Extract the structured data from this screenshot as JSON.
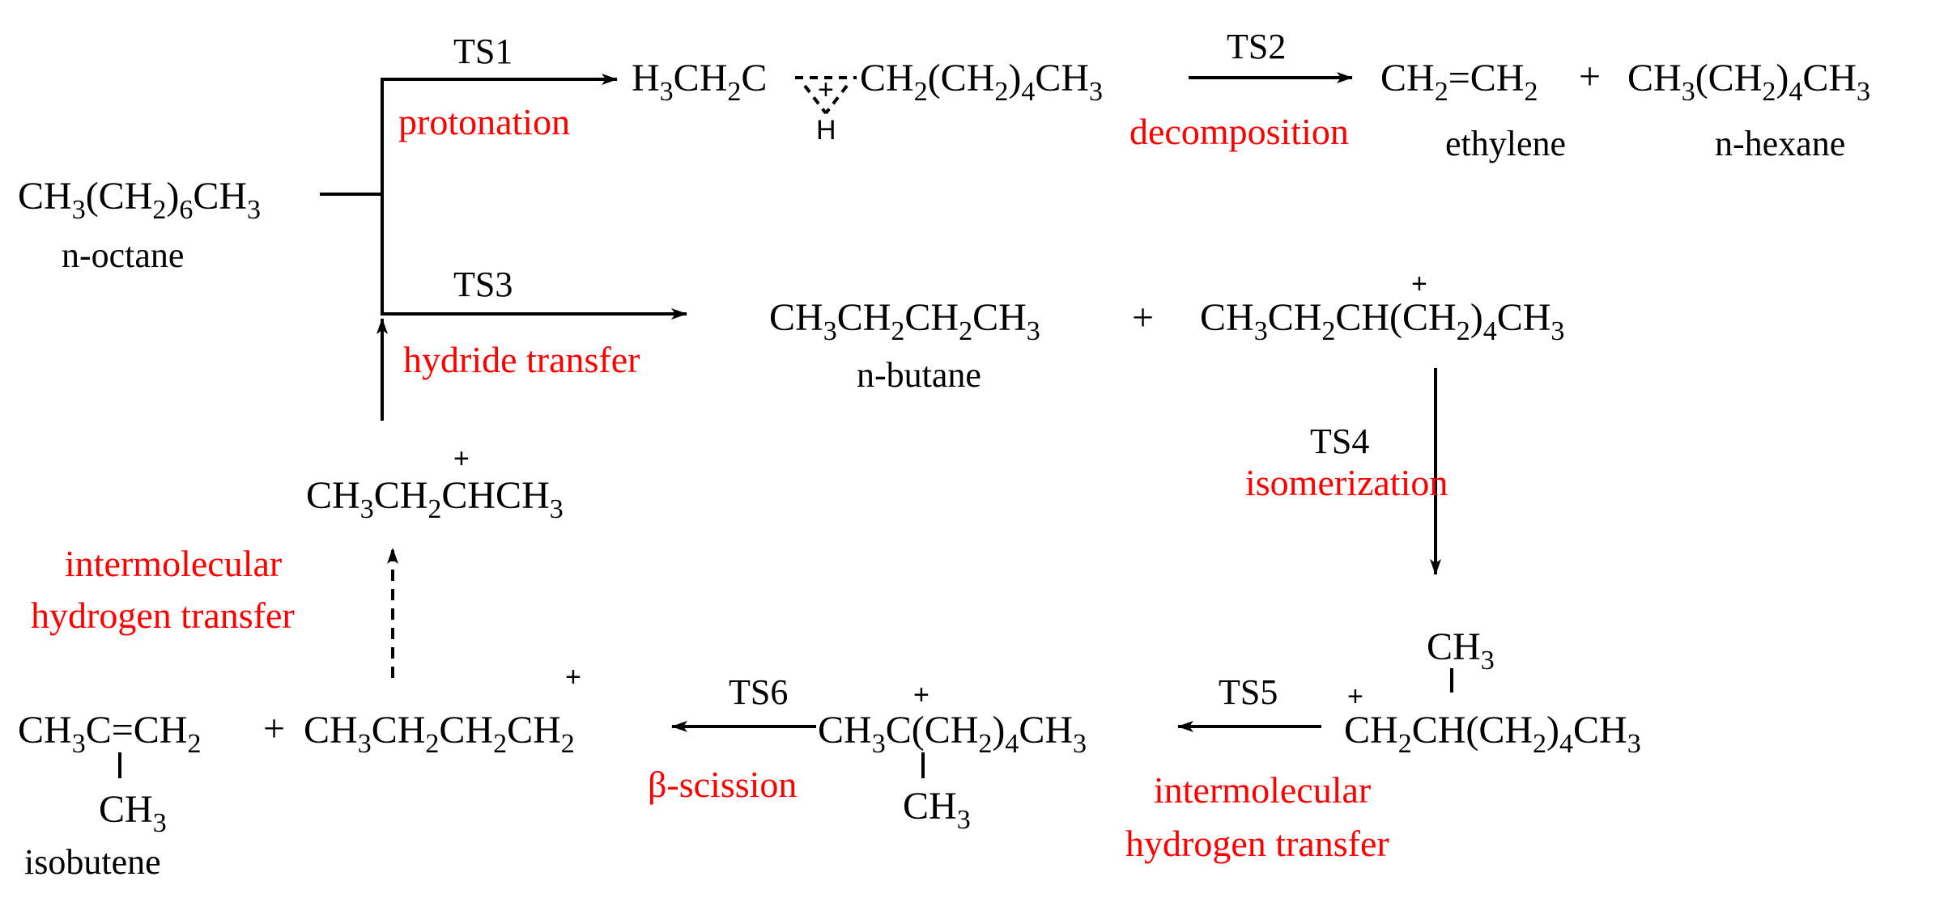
{
  "colors": {
    "text": "#000000",
    "step_label": "#ff0000",
    "background": "#ffffff"
  },
  "transition_states": {
    "ts1": "TS1",
    "ts2": "TS2",
    "ts3": "TS3",
    "ts4": "TS4",
    "ts5": "TS5",
    "ts6": "TS6"
  },
  "steps": {
    "protonation": "protonation",
    "decomposition": "decomposition",
    "hydride_transfer": "hydride transfer",
    "isomerization": "isomerization",
    "ihydro_bottom_1": "intermolecular",
    "ihydro_bottom_2": "hydrogen transfer",
    "ihydro_left_1": "intermolecular",
    "ihydro_left_2": "hydrogen transfer",
    "beta_scission": "β-scission"
  },
  "names": {
    "octane": "n-octane",
    "ethylene": "ethylene",
    "hexane": "n-hexane",
    "butane": "n-butane",
    "isobutene": "isobutene"
  },
  "formulas": {
    "octane": "CH3(CH2)6CH3",
    "carbonium_left": "H3CH2C",
    "carbonium_right": "CH2(CH2)4CH3",
    "carbonium_h": "H",
    "ethylene": "CH2=CH2",
    "hexane": "CH3(CH2)4CH3",
    "butane": "CH3CH2CH2CH3",
    "octyl_cation": "CH3CH2CH(CH2)4CH3",
    "methylheptyl_cation": "CH2CH(CH2)4CH3",
    "methylheptyl_methyl": "CH3",
    "tert_cation": "CH3C(CH2)4CH3",
    "tert_methyl": "CH3",
    "butyl_cation": "CH3CH2CH2CH2",
    "sec_butyl_cation": "CH3CH2CHCH3",
    "isobutene": "CH3C=CH2",
    "isobutene_methyl": "CH3"
  },
  "symbols": {
    "plus": "+",
    "charge": "+"
  }
}
